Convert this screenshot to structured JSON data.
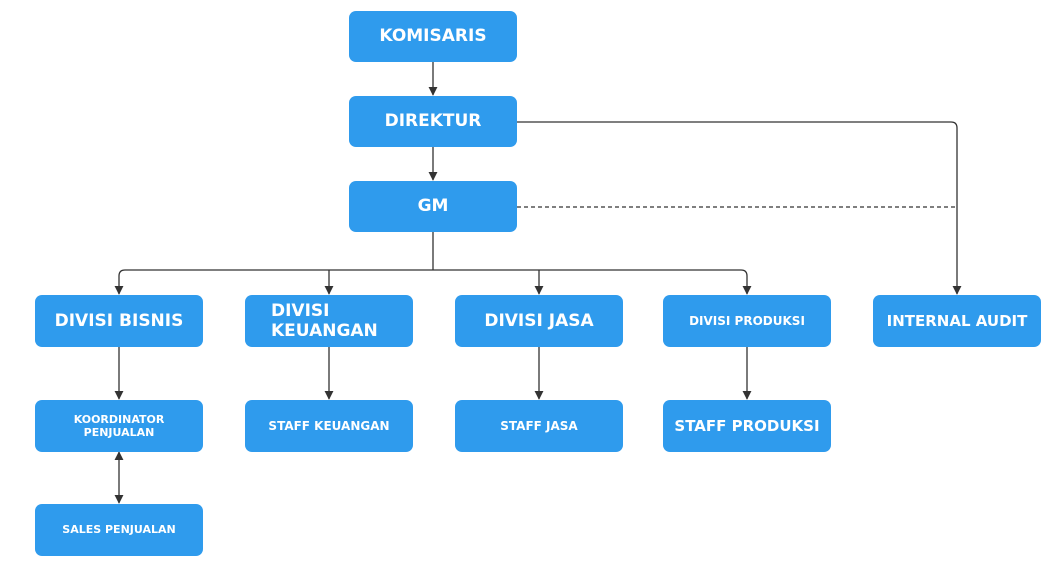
{
  "nodes": {
    "komisaris": "KOMISARIS",
    "direktur": "DIREKTUR",
    "gm": "GM",
    "divisi_bisnis": "DIVISI BISNIS",
    "divisi_keuangan": "DIVISI\nKEUANGAN",
    "divisi_jasa": "DIVISI JASA",
    "divisi_produksi": "DIVISI PRODUKSI",
    "internal_audit": "INTERNAL AUDIT",
    "koordinator_penjualan": "KOORDINATOR\nPENJUALAN",
    "staff_keuangan": "STAFF KEUANGAN",
    "staff_jasa": "STAFF JASA",
    "staff_produksi": "STAFF PRODUKSI",
    "sales_penjualan": "SALES PENJUALAN"
  },
  "colors": {
    "box": "#2f9bed",
    "text": "#ffffff",
    "line": "#333333"
  }
}
